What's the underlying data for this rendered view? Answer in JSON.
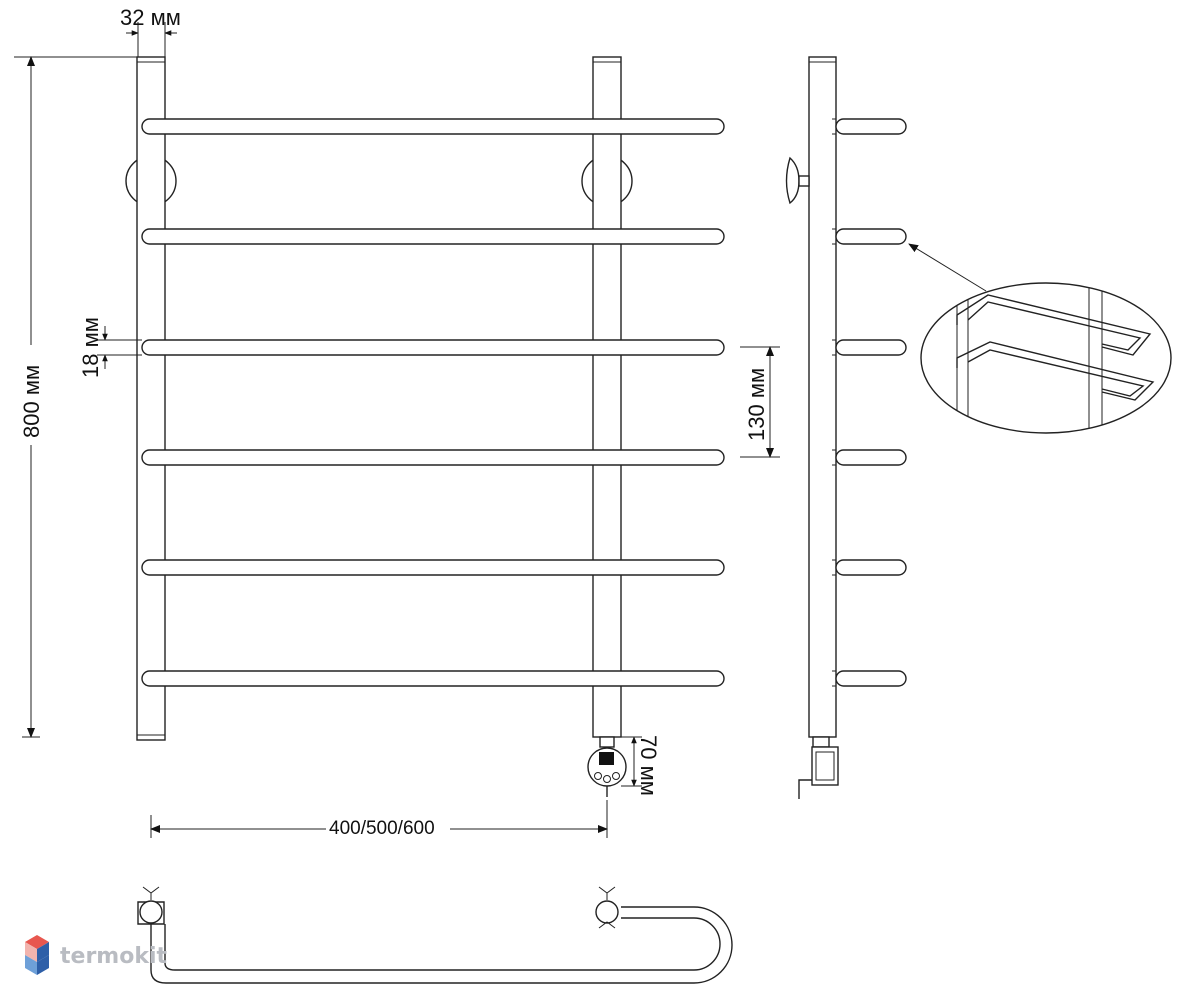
{
  "dimensions": {
    "pipe_diameter": "32 мм",
    "height": "800 мм",
    "rung_diameter": "18 мм",
    "rung_spacing": "130 мм",
    "connector_height": "70 мм",
    "width_options": "400/500/600"
  },
  "watermark": {
    "text": "termokit",
    "logo_colors": [
      "#e8574f",
      "#f2b4ae",
      "#6ea0d8",
      "#2e5fa8"
    ]
  },
  "views": {
    "front": {
      "rungs": 6,
      "wall_mounts": 2
    },
    "side": {
      "rungs": 6
    },
    "top": {},
    "detail": {
      "zoom_callout": true
    }
  }
}
